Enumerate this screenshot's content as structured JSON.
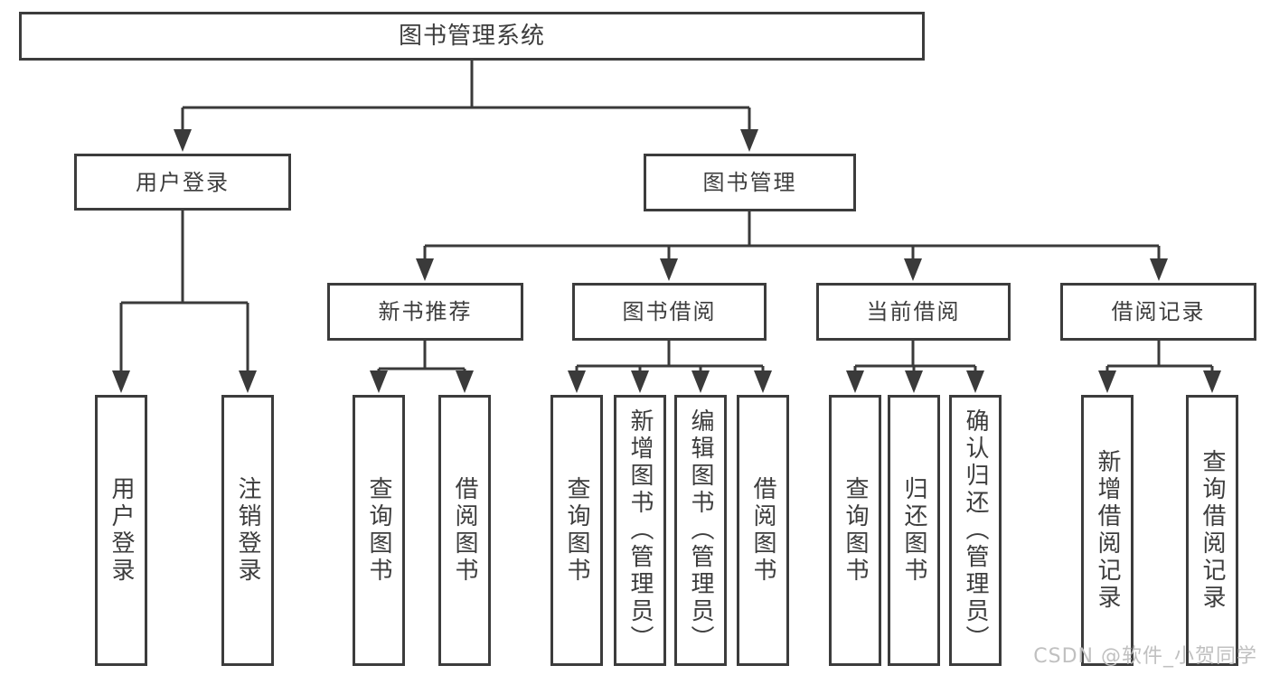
{
  "diagram": {
    "root": "图书管理系统",
    "branches": {
      "user": {
        "label": "用户登录",
        "children": [
          "用户登录",
          "注销登录"
        ]
      },
      "book": {
        "label": "图书管理",
        "groups": [
          {
            "label": "新书推荐",
            "children": [
              "查询图书",
              "借阅图书"
            ]
          },
          {
            "label": "图书借阅",
            "children": [
              "查询图书",
              "新增图书（管理员）",
              "编辑图书（管理员）",
              "借阅图书"
            ]
          },
          {
            "label": "当前借阅",
            "children": [
              "查询图书",
              "归还图书",
              "确认归还（管理员）"
            ]
          },
          {
            "label": "借阅记录",
            "children": [
              "新增借阅记录",
              "查询借阅记录"
            ]
          }
        ]
      }
    }
  },
  "watermark": "CSDN @软件_小贺同学",
  "colors": {
    "line": "#3a3a3a",
    "border": "#3c3c3c",
    "text": "#3d3d3d",
    "watermark": "#c0c0c0",
    "background": "#ffffff"
  }
}
